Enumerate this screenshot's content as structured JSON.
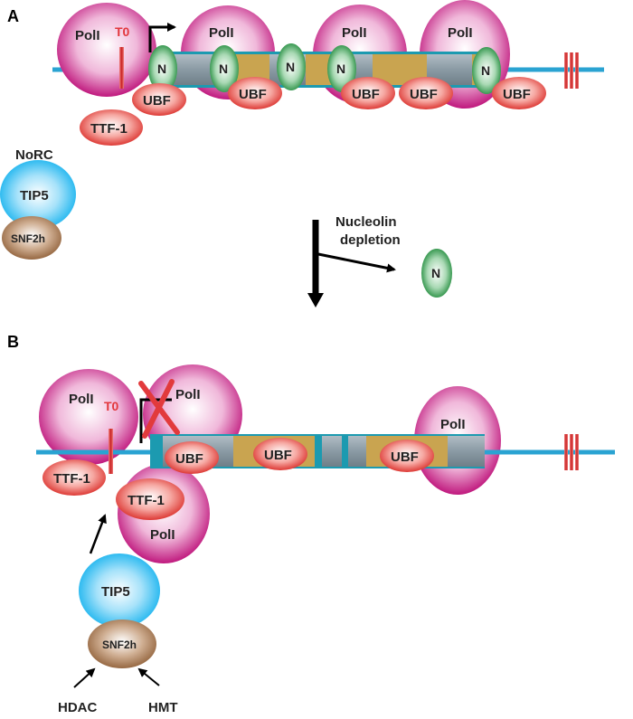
{
  "panels": {
    "a": "A",
    "b": "B"
  },
  "labels": {
    "pol": "PolI",
    "t0": "T0",
    "n": "N",
    "ubf": "UBF",
    "ttf1": "TTF-1",
    "norc": "NoRC",
    "tip5": "TIP5",
    "snf2h": "SNF2h",
    "nucleolin_line1": "Nucleolin",
    "nucleolin_line2": "depletion",
    "hdac": "HDAC",
    "hmt": "HMT"
  },
  "colors": {
    "dna": "#2aa3d2",
    "chromatin_gray": "#8a9aa4",
    "chromatin_tan": "#c9a450",
    "chromatin_teal": "#1c9ab0",
    "pol_magenta": "#c0197e",
    "ubf_red": "#d8231f",
    "nucleolin_green": "#1e8a3a",
    "tip5_cyan": "#14b2ee",
    "snf2h_brown": "#8b5a32",
    "t0_red": "#e2373c",
    "x_red": "#e23a3c"
  }
}
